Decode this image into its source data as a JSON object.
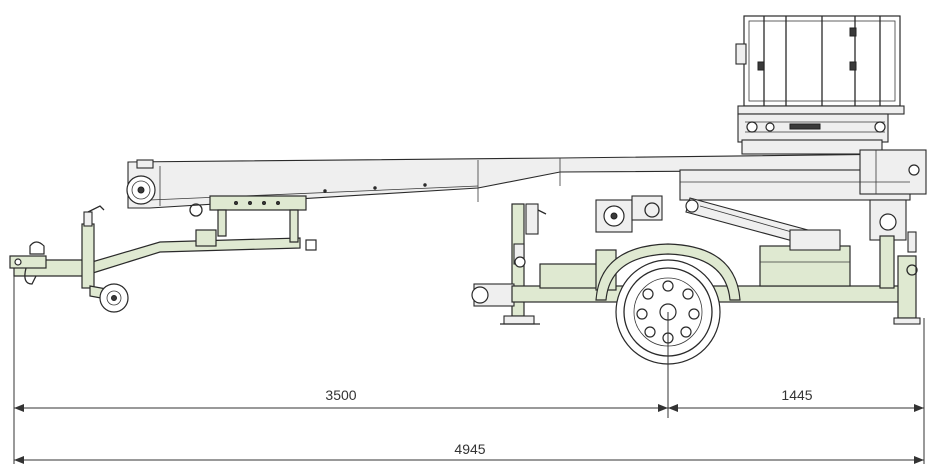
{
  "dimensions": {
    "wheelbase_label": "3500",
    "rear_overhang_label": "1445",
    "total_length_label": "4945"
  },
  "colors": {
    "chassis": "#dfe9d1",
    "boom": "#efefef",
    "line": "#2a2a2a"
  }
}
